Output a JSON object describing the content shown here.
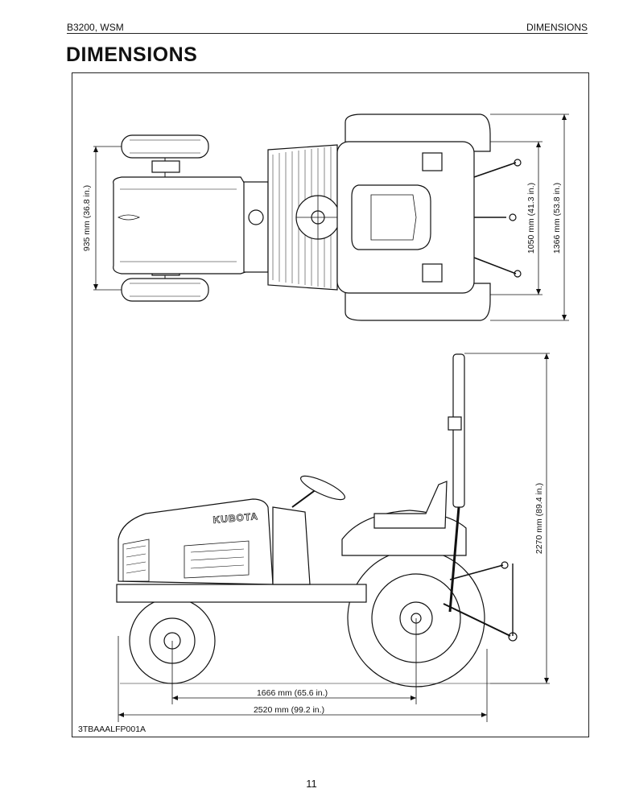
{
  "header": {
    "left": "B3200, WSM",
    "right": "DIMENSIONS"
  },
  "title": "DIMENSIONS",
  "dimensions": {
    "front_tread": "935 mm (36.8 in.)",
    "rear_tread": "1050 mm (41.3 in.)",
    "overall_width": "1366 mm (53.8 in.)",
    "overall_height": "2270 mm (89.4 in.)",
    "wheelbase": "1666 mm (65.6 in.)",
    "overall_length": "2520 mm (99.2 in.)"
  },
  "figure_code": "3TBAAALFP001A",
  "brand_marking": "KUBOTA",
  "page_number": "11"
}
